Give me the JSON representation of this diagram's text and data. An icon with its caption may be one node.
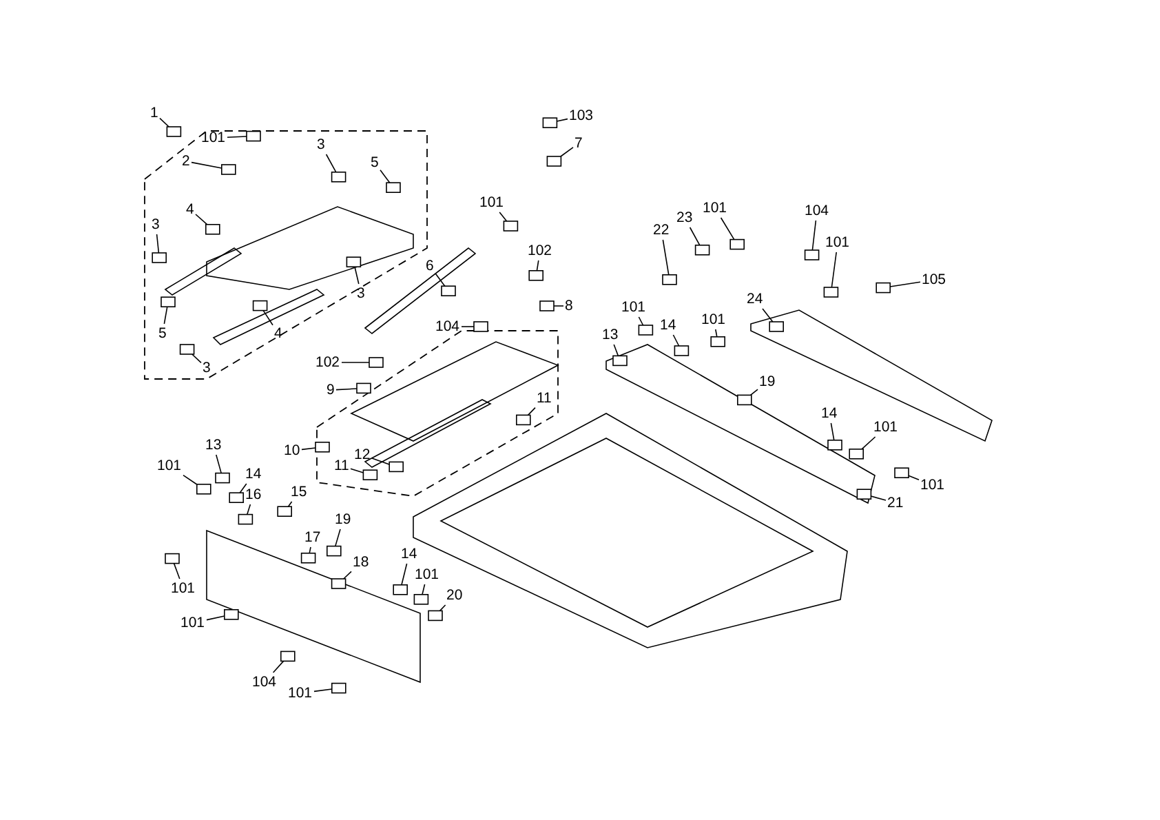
{
  "diagram": {
    "nodes": [
      {
        "text": [
          "1"
        ]
      },
      {
        "text": [
          "101"
        ]
      },
      {
        "text": [
          "2"
        ]
      },
      {
        "text": [
          "3"
        ]
      },
      {
        "text": [
          "5"
        ]
      },
      {
        "text": [
          "4"
        ]
      },
      {
        "text": [
          "3"
        ]
      },
      {
        "text": [
          "5"
        ]
      },
      {
        "text": [
          "4"
        ]
      },
      {
        "text": [
          "3"
        ]
      },
      {
        "text": [
          "3"
        ]
      },
      {
        "text": [
          "6"
        ]
      },
      {
        "text": [
          "101"
        ]
      },
      {
        "text": [
          "103"
        ]
      },
      {
        "text": [
          "7"
        ]
      },
      {
        "text": [
          "102"
        ]
      },
      {
        "text": [
          "8"
        ]
      },
      {
        "text": [
          "104"
        ]
      },
      {
        "text": [
          "102"
        ]
      },
      {
        "text": [
          "9"
        ]
      },
      {
        "text": [
          "11"
        ]
      },
      {
        "text": [
          "10"
        ]
      },
      {
        "text": [
          "12"
        ]
      },
      {
        "text": [
          "11"
        ]
      },
      {
        "text": [
          "22"
        ]
      },
      {
        "text": [
          "23"
        ]
      },
      {
        "text": [
          "101"
        ]
      },
      {
        "text": [
          "104"
        ]
      },
      {
        "text": [
          "101"
        ]
      },
      {
        "text": [
          "105"
        ]
      },
      {
        "text": [
          "24"
        ]
      },
      {
        "text": [
          "13"
        ]
      },
      {
        "text": [
          "101"
        ]
      },
      {
        "text": [
          "14"
        ]
      },
      {
        "text": [
          "101"
        ]
      },
      {
        "text": [
          "19"
        ]
      },
      {
        "text": [
          "14"
        ]
      },
      {
        "text": [
          "101"
        ]
      },
      {
        "text": [
          "101"
        ]
      },
      {
        "text": [
          "21"
        ]
      },
      {
        "text": [
          "13"
        ]
      },
      {
        "text": [
          "101"
        ]
      },
      {
        "text": [
          "14"
        ]
      },
      {
        "text": [
          "16"
        ]
      },
      {
        "text": [
          "15"
        ]
      },
      {
        "text": [
          "101"
        ]
      },
      {
        "text": [
          "17"
        ]
      },
      {
        "text": [
          "19"
        ]
      },
      {
        "text": [
          "18"
        ]
      },
      {
        "text": [
          "14"
        ]
      },
      {
        "text": [
          "101"
        ]
      },
      {
        "text": [
          "20"
        ]
      },
      {
        "text": [
          "101"
        ]
      },
      {
        "text": [
          "104"
        ]
      },
      {
        "text": [
          "101"
        ]
      },
      {
        "text": [],
        "shape": "box"
      },
      {
        "text": [],
        "shape": "box"
      },
      {
        "text": [],
        "shape": "box"
      },
      {
        "text": [],
        "shape": "box"
      },
      {
        "text": [],
        "shape": "box"
      },
      {
        "text": [],
        "shape": "box"
      },
      {
        "text": [],
        "shape": "box"
      },
      {
        "text": [],
        "shape": "box"
      },
      {
        "text": [],
        "shape": "box"
      },
      {
        "text": [],
        "shape": "box"
      },
      {
        "text": [],
        "shape": "box"
      },
      {
        "text": [],
        "shape": "box"
      },
      {
        "text": [],
        "shape": "box"
      },
      {
        "text": [],
        "shape": "box"
      },
      {
        "text": [],
        "shape": "box"
      },
      {
        "text": [],
        "shape": "box"
      },
      {
        "text": [],
        "shape": "box"
      },
      {
        "text": [],
        "shape": "box"
      },
      {
        "text": [],
        "shape": "box"
      },
      {
        "text": [],
        "shape": "box"
      },
      {
        "text": [],
        "shape": "box"
      },
      {
        "text": [],
        "shape": "box"
      },
      {
        "text": [],
        "shape": "box"
      },
      {
        "text": [],
        "shape": "box"
      },
      {
        "text": [],
        "shape": "box"
      },
      {
        "text": [],
        "shape": "box"
      },
      {
        "text": [],
        "shape": "box"
      },
      {
        "text": [],
        "shape": "box"
      },
      {
        "text": [],
        "shape": "box"
      },
      {
        "text": [],
        "shape": "box"
      },
      {
        "text": [],
        "shape": "box"
      },
      {
        "text": [],
        "shape": "box"
      },
      {
        "text": [],
        "shape": "box"
      },
      {
        "text": [],
        "shape": "box"
      },
      {
        "text": [],
        "shape": "box"
      },
      {
        "text": [],
        "shape": "box"
      },
      {
        "text": [],
        "shape": "box"
      },
      {
        "text": [],
        "shape": "box"
      },
      {
        "text": [],
        "shape": "box"
      },
      {
        "text": [],
        "shape": "box"
      },
      {
        "text": [],
        "shape": "box"
      },
      {
        "text": [],
        "shape": "box"
      },
      {
        "text": [],
        "shape": "box"
      },
      {
        "text": [],
        "shape": "box"
      },
      {
        "text": [],
        "shape": "box"
      },
      {
        "text": [],
        "shape": "box"
      },
      {
        "text": [],
        "shape": "box"
      },
      {
        "text": [],
        "shape": "box"
      },
      {
        "text": [],
        "shape": "box"
      },
      {
        "text": [],
        "shape": "box"
      },
      {
        "text": [],
        "shape": "box"
      },
      {
        "text": [],
        "shape": "box"
      },
      {
        "text": [],
        "shape": "box"
      },
      {
        "text": [],
        "shape": "box"
      },
      {
        "text": [],
        "shape": "box"
      }
    ],
    "edges": [
      {
        "from": 0,
        "to": 55,
        "arrow": "none"
      },
      {
        "from": 1,
        "to": 56,
        "arrow": "none"
      },
      {
        "from": 2,
        "to": 57,
        "arrow": "none"
      },
      {
        "from": 3,
        "to": 58,
        "arrow": "none"
      },
      {
        "from": 4,
        "to": 59,
        "arrow": "none"
      },
      {
        "from": 5,
        "to": 60,
        "arrow": "none"
      },
      {
        "from": 6,
        "to": 61,
        "arrow": "none"
      },
      {
        "from": 7,
        "to": 62,
        "arrow": "none"
      },
      {
        "from": 8,
        "to": 63,
        "arrow": "none"
      },
      {
        "from": 9,
        "to": 64,
        "arrow": "none"
      },
      {
        "from": 10,
        "to": 65,
        "arrow": "none"
      },
      {
        "from": 11,
        "to": 66,
        "arrow": "none"
      },
      {
        "from": 12,
        "to": 67,
        "arrow": "none"
      },
      {
        "from": 13,
        "to": 68,
        "arrow": "none"
      },
      {
        "from": 14,
        "to": 69,
        "arrow": "none"
      },
      {
        "from": 15,
        "to": 70,
        "arrow": "none"
      },
      {
        "from": 16,
        "to": 71,
        "arrow": "none"
      },
      {
        "from": 17,
        "to": 72,
        "arrow": "none"
      },
      {
        "from": 18,
        "to": 73,
        "arrow": "none"
      },
      {
        "from": 19,
        "to": 74,
        "arrow": "none"
      },
      {
        "from": 20,
        "to": 75,
        "arrow": "none"
      },
      {
        "from": 21,
        "to": 76,
        "arrow": "none"
      },
      {
        "from": 22,
        "to": 77,
        "arrow": "none"
      },
      {
        "from": 23,
        "to": 78,
        "arrow": "none"
      },
      {
        "from": 24,
        "to": 79,
        "arrow": "none"
      },
      {
        "from": 25,
        "to": 80,
        "arrow": "none"
      },
      {
        "from": 26,
        "to": 81,
        "arrow": "none"
      },
      {
        "from": 27,
        "to": 82,
        "arrow": "none"
      },
      {
        "from": 28,
        "to": 83,
        "arrow": "none"
      },
      {
        "from": 29,
        "to": 84,
        "arrow": "none"
      },
      {
        "from": 30,
        "to": 85,
        "arrow": "none"
      },
      {
        "from": 31,
        "to": 86,
        "arrow": "none"
      },
      {
        "from": 32,
        "to": 87,
        "arrow": "none"
      },
      {
        "from": 33,
        "to": 88,
        "arrow": "none"
      },
      {
        "from": 34,
        "to": 89,
        "arrow": "none"
      },
      {
        "from": 35,
        "to": 90,
        "arrow": "none"
      },
      {
        "from": 36,
        "to": 91,
        "arrow": "none"
      },
      {
        "from": 37,
        "to": 92,
        "arrow": "none"
      },
      {
        "from": 38,
        "to": 93,
        "arrow": "none"
      },
      {
        "from": 39,
        "to": 94,
        "arrow": "none"
      },
      {
        "from": 40,
        "to": 95,
        "arrow": "none"
      },
      {
        "from": 41,
        "to": 96,
        "arrow": "none"
      },
      {
        "from": 42,
        "to": 97,
        "arrow": "none"
      },
      {
        "from": 43,
        "to": 98,
        "arrow": "none"
      },
      {
        "from": 44,
        "to": 99,
        "arrow": "none"
      },
      {
        "from": 45,
        "to": 100,
        "arrow": "none"
      },
      {
        "from": 46,
        "to": 101,
        "arrow": "none"
      },
      {
        "from": 47,
        "to": 102,
        "arrow": "none"
      },
      {
        "from": 48,
        "to": 103,
        "arrow": "none"
      },
      {
        "from": 49,
        "to": 104,
        "arrow": "none"
      },
      {
        "from": 50,
        "to": 105,
        "arrow": "none"
      },
      {
        "from": 51,
        "to": 106,
        "arrow": "none"
      },
      {
        "from": 52,
        "to": 107,
        "arrow": "none"
      },
      {
        "from": 53,
        "to": 108,
        "arrow": "none"
      },
      {
        "from": 54,
        "to": 109,
        "arrow": "none"
      }
    ]
  }
}
